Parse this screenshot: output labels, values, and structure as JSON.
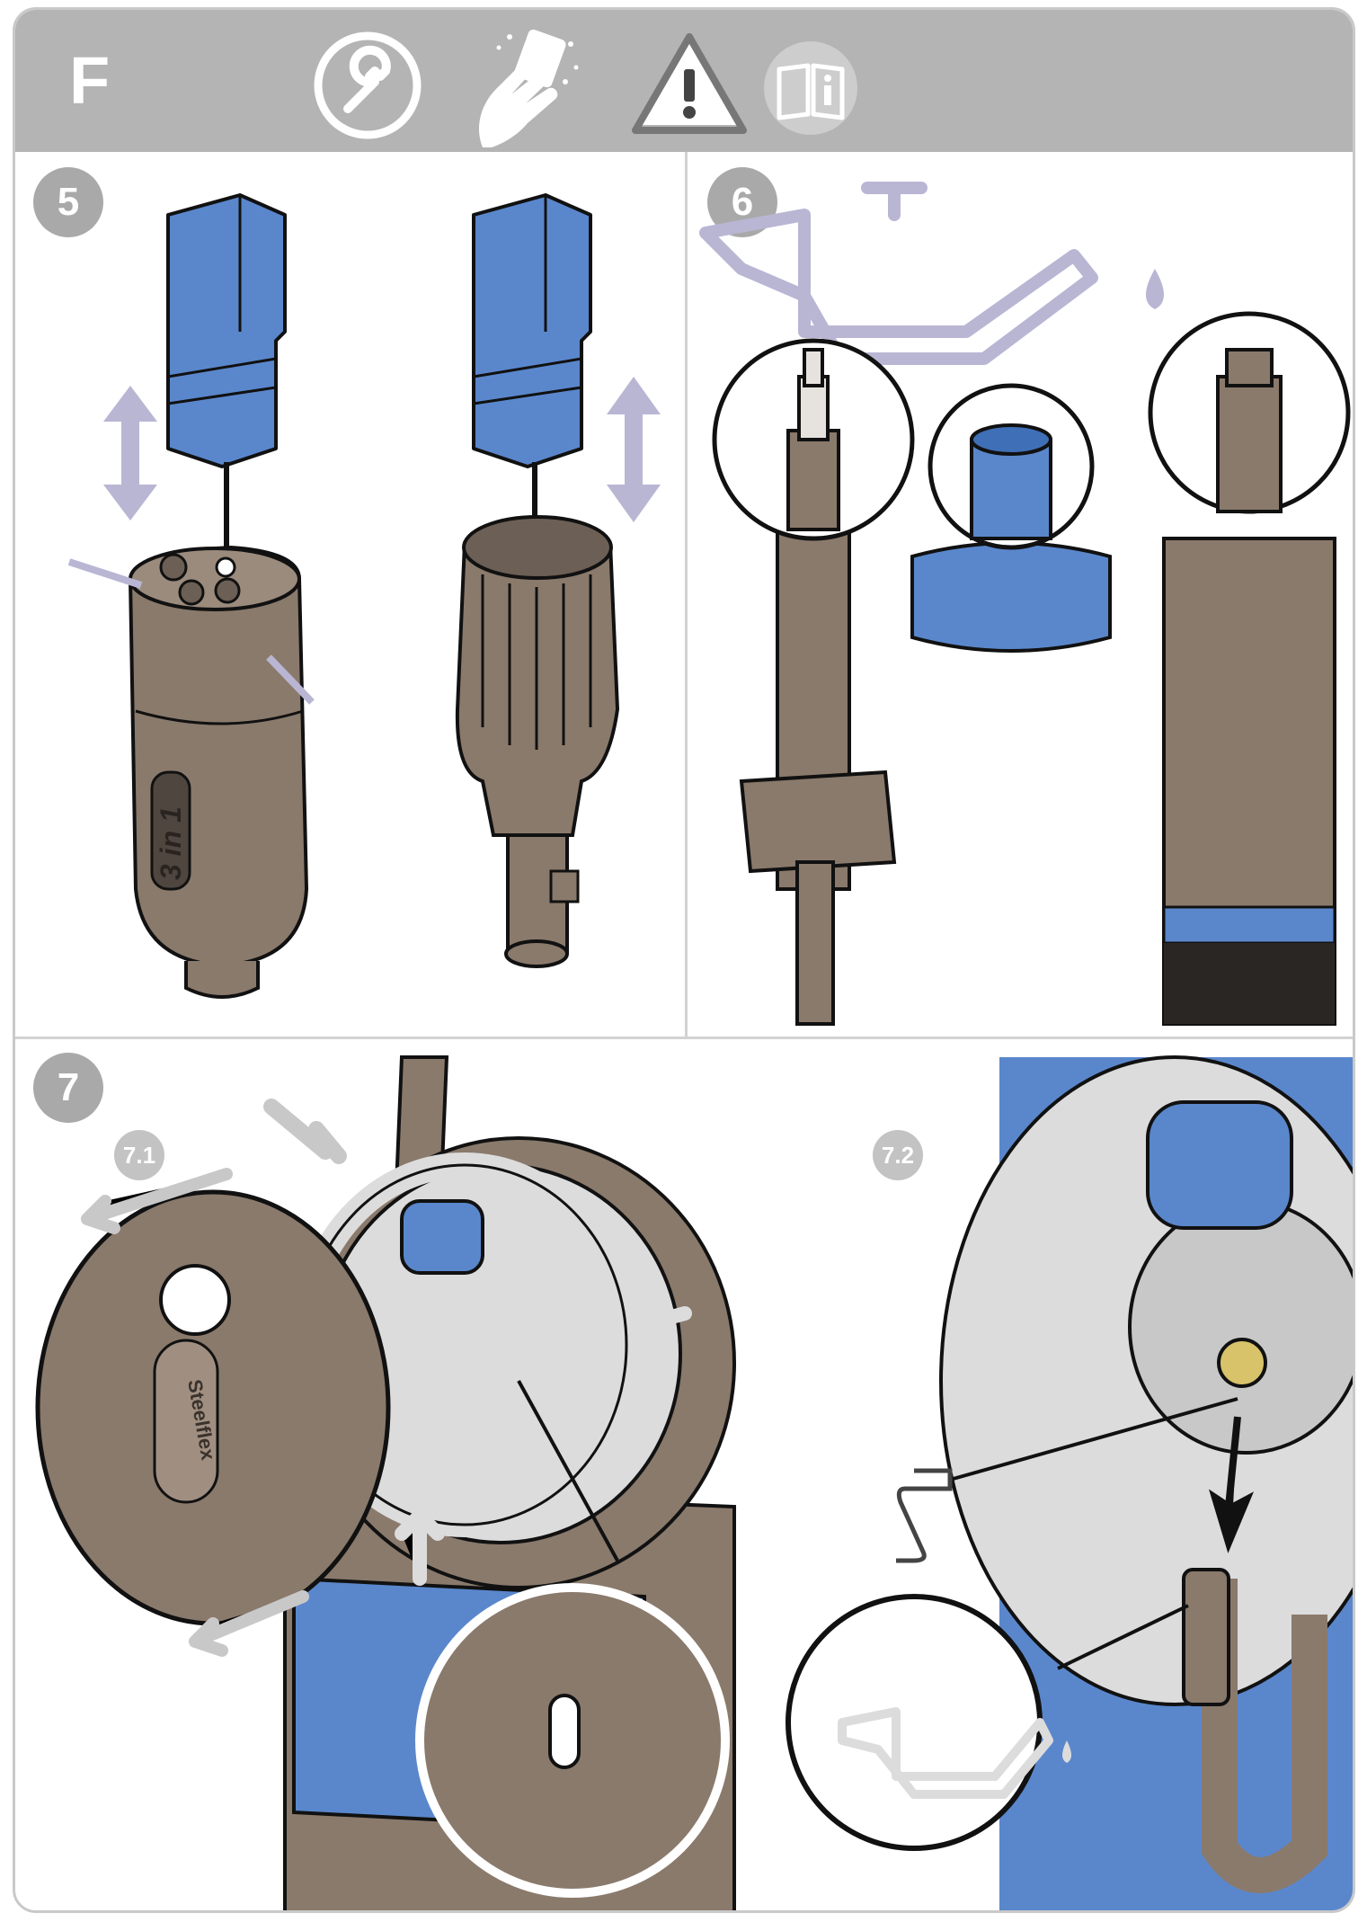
{
  "header": {
    "section_letter": "F",
    "icons": [
      "wrench-icon",
      "hand-cleaning-icon",
      "warning-triangle-icon",
      "manual-info-icon"
    ]
  },
  "steps": [
    {
      "number": "5",
      "nozzle_label": "3 in 1"
    },
    {
      "number": "6"
    },
    {
      "number": "7",
      "substeps": [
        "7.1",
        "7.2"
      ],
      "brand_label": "Steelflex"
    }
  ],
  "colors": {
    "header_bg": "#b4b4b4",
    "blue": "#5a87cc",
    "brown": "#8a7a6c",
    "lavender": "#b9b6d4",
    "gray_arrow": "#c8c8c8"
  }
}
